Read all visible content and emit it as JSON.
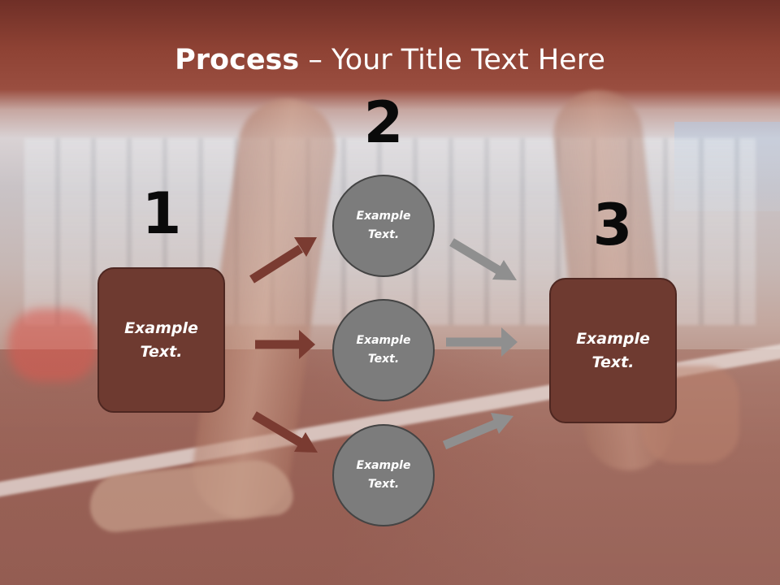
{
  "title": {
    "bold": "Process",
    "rest": " – Your Title Text Here"
  },
  "steps": [
    {
      "number": "1",
      "label": "Example Text."
    },
    {
      "number": "2",
      "label": "Example Text."
    },
    {
      "number": "3",
      "label": "Example Text."
    }
  ],
  "circles": [
    {
      "label": "Example Text."
    },
    {
      "label": "Example Text."
    },
    {
      "label": "Example Text."
    }
  ],
  "colors": {
    "title_band": "#8e4234",
    "box_fill": "#6e3a30",
    "circle_fill": "#7c7c7c",
    "arrow_brown": "#7a3b31",
    "arrow_gray": "#8f8f8f"
  }
}
